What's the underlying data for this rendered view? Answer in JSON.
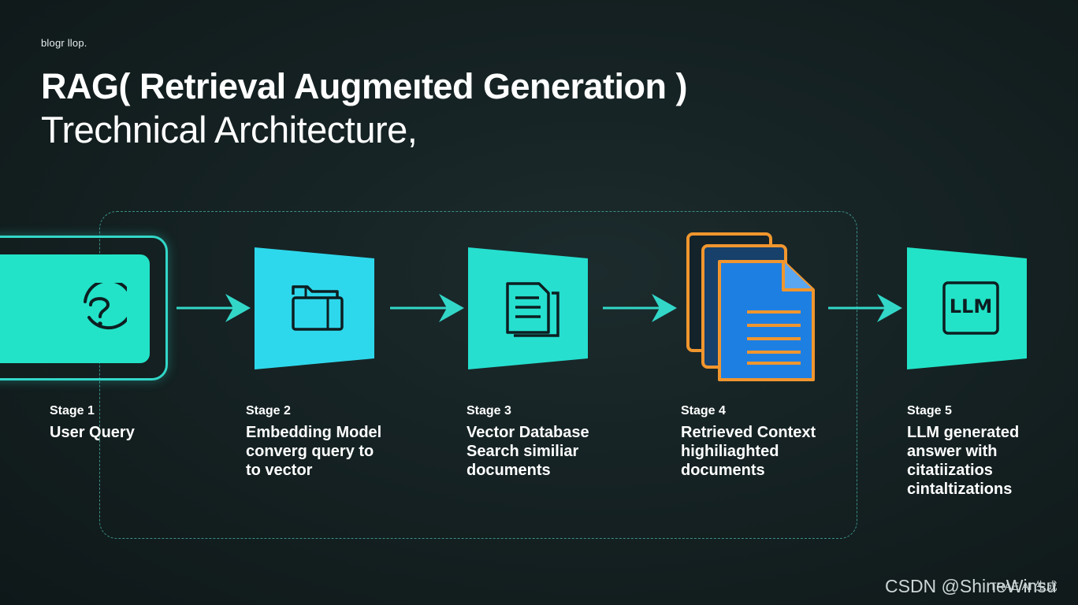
{
  "header": {
    "brand": "blogr llop.",
    "title_line1": "RAG( Retrieval Augmeıted Generation )",
    "title_line2": "Trechnical Architecture,"
  },
  "stages": [
    {
      "label": "Stage 1",
      "desc": [
        "User Query"
      ],
      "icon": "question-icon"
    },
    {
      "label": "Stage 2",
      "desc": [
        "Embedding Model",
        "converg query to",
        "to vector"
      ],
      "icon": "folder-icon"
    },
    {
      "label": "Stage 3",
      "desc": [
        "Vector Database",
        "Search similiar",
        "documents"
      ],
      "icon": "document-icon"
    },
    {
      "label": "Stage 4",
      "desc": [
        "Retrieved Context",
        "highiliaghted",
        "documents"
      ],
      "icon": "stacked-documents-icon"
    },
    {
      "label": "Stage 5",
      "desc": [
        "LLM generated",
        "answer with",
        "citatiizatios",
        "cintaltizations"
      ],
      "icon": "llm-chip-icon",
      "icon_text": "LLM"
    }
  ],
  "colors": {
    "teal": "#22e3c7",
    "cyan": "#2ed8ec",
    "orange": "#f0962e",
    "blue": "#1e7fe3",
    "background": "#142021"
  },
  "watermark": {
    "main": "CSDN @ShineWinsu",
    "sub": "TRAE AI 生成"
  }
}
